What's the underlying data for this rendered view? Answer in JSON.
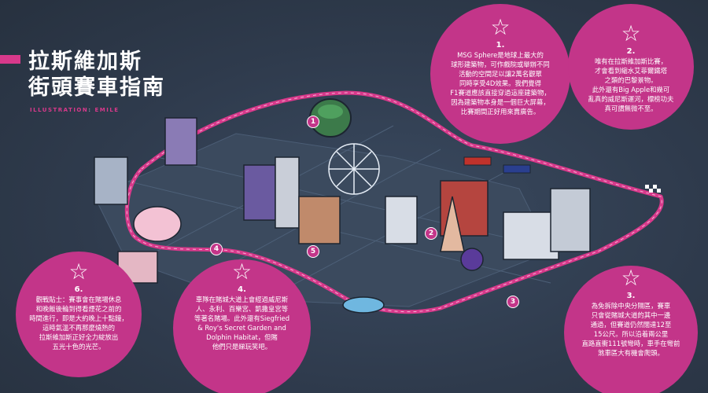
{
  "header": {
    "title_line1": "拉斯維加斯",
    "title_line2": "街頭賽車指南",
    "credit_label": "ILLUSTRATION",
    "credit_sep": ":",
    "credit_name": "EMILE"
  },
  "bubbles": {
    "b1": {
      "star": "☆",
      "num": "1.",
      "text": "MSG Sphere是地球上最大的\n球形建築物，可作戲院或舉辦不同\n活動的空間足以讓2萬名觀眾\n同時享受4D效果。我們覺得\nF1賽道應該直接穿過這座建築物，\n因為建築物本身是一個巨大屏幕，\n比賽期間正好用來賣廣告。"
    },
    "b2": {
      "star": "☆",
      "num": "2.",
      "text": "唯有在拉斯維加斯比賽，\n才會看到縮水艾菲爾鐵塔\n之類的巴黎景物。\n此外還有Big Apple和幾可\n亂真的威尼斯運河，標榜功夫\n真可謂無微不至。"
    },
    "b3": {
      "star": "☆",
      "num": "3.",
      "text": "為免拆除中央分隔區，賽車\n只會從賭城大道的其中一邊\n通過，但賽道仍然闊達12至\n15公尺。所以沿着兩公里\n直路直衝111號彎時，車手在彎前\n煞車區大有機會爬頭。"
    },
    "b4": {
      "star": "☆",
      "num": "4.",
      "text": "車隊在賭城大道上會經過威尼斯\n人、永利、百樂宮、凱撒皇宮等\n等著名賭場。此外還有Siegfried\n& Roy's Secret Garden and\nDolphin Habitat，但賭\n他們只是睇玩笑吧。"
    },
    "b6": {
      "star": "☆",
      "num": "6.",
      "text": "觀戰貼士：賽事會在賭場休息\n和晚飯後輪到得看煙花之前的\n時間進行，即是大約晚上十點鐘，\n這時氣溫不再那麼燒熱的\n拉斯維加斯正好全力綻放出\n五光十色的光芒。"
    }
  },
  "markers": [
    "1",
    "2",
    "3",
    "4",
    "5"
  ],
  "colors": {
    "accent": "#c33589",
    "track": "#d8398b",
    "background": "#2f3b4d"
  }
}
